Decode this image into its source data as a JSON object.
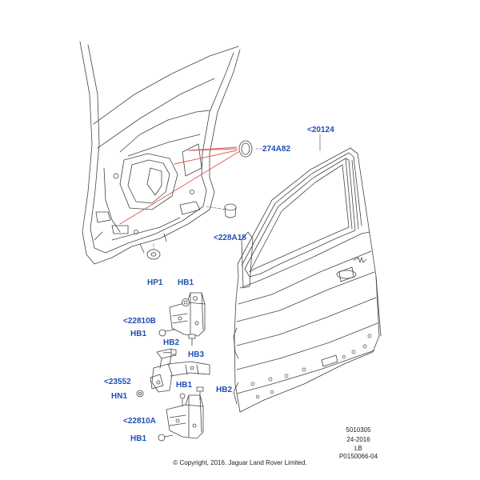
{
  "colors": {
    "callout": "#1f4fb4",
    "leader_red": "#d9534f",
    "line_art": "#444444",
    "text": "#222222"
  },
  "callouts": {
    "door_shell": "<20124",
    "plug_274": "274A82",
    "plug_228": "<228A18",
    "hp1": "HP1",
    "hb1_top": "HB1",
    "hinge_upper": "<22810B",
    "hb1_mid": "HB1",
    "hb2_mid": "HB2",
    "hb3": "HB3",
    "check_strap": "<23552",
    "hn1": "HN1",
    "hb1_low": "HB1",
    "hb2_low": "HB2",
    "hinge_lower": "<22810A",
    "hb1_bottom": "HB1"
  },
  "meta": {
    "code": "5010305",
    "date": "24-2016",
    "market": "LB",
    "ref": "P0150066-04",
    "copyright": "© Copyright, 2016. Jaguar Land Rover Limited."
  }
}
